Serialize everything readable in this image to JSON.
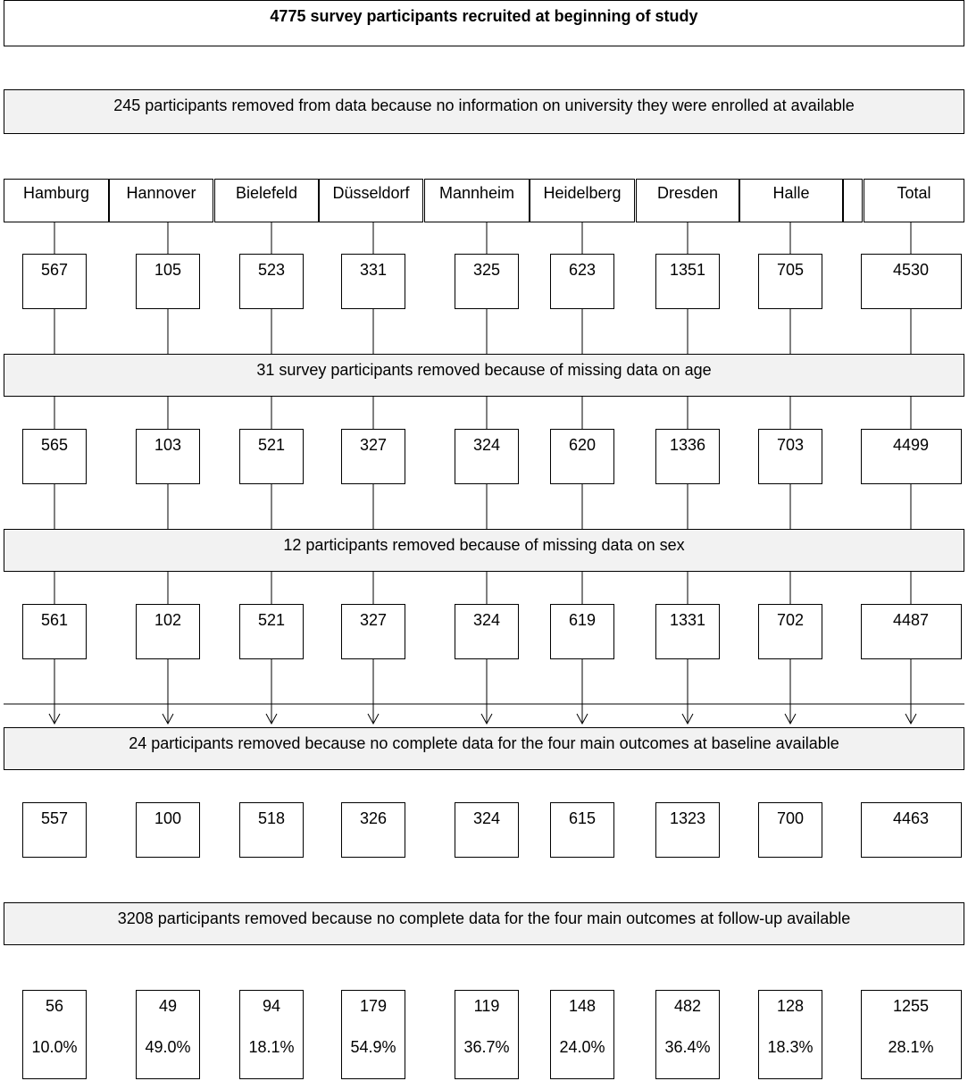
{
  "title": "4775 survey participants recruited at beginning of study",
  "steps": [
    "245 participants removed from data because no information on university they were enrolled at available",
    "31 survey participants removed because of missing data on age",
    "12 participants removed because of missing data on sex",
    "24 participants removed because no complete data for the four main outcomes at baseline available",
    "3208 participants removed because no complete data for the four main outcomes at follow-up available"
  ],
  "sites": [
    "Hamburg",
    "Hannover",
    "Bielefeld",
    "Düsseldorf",
    "Mannheim",
    "Heidelberg",
    "Dresden",
    "Halle",
    "",
    "Total"
  ],
  "counts": [
    [
      "567",
      "105",
      "523",
      "331",
      "325",
      "623",
      "1351",
      "705",
      "4530"
    ],
    [
      "565",
      "103",
      "521",
      "327",
      "324",
      "620",
      "1336",
      "703",
      "4499"
    ],
    [
      "561",
      "102",
      "521",
      "327",
      "324",
      "619",
      "1331",
      "702",
      "4487"
    ],
    [
      "557",
      "100",
      "518",
      "326",
      "324",
      "615",
      "1323",
      "700",
      "4463"
    ]
  ],
  "final": [
    {
      "n": "56",
      "pct": "10.0%"
    },
    {
      "n": "49",
      "pct": "49.0%"
    },
    {
      "n": "94",
      "pct": "18.1%"
    },
    {
      "n": "179",
      "pct": "54.9%"
    },
    {
      "n": "119",
      "pct": "36.7%"
    },
    {
      "n": "148",
      "pct": "24.0%"
    },
    {
      "n": "482",
      "pct": "36.4%"
    },
    {
      "n": "128",
      "pct": "18.3%"
    },
    {
      "n": "1255",
      "pct": "28.1%"
    }
  ]
}
